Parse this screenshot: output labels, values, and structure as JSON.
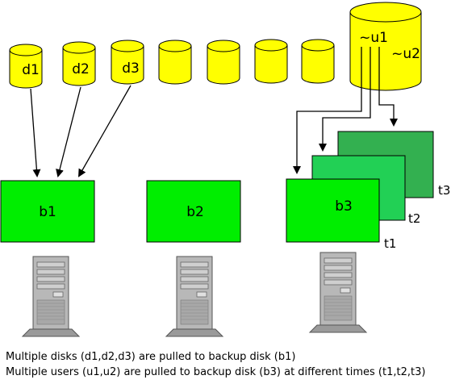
{
  "disks": {
    "source_labels": [
      "d1",
      "d2",
      "d3"
    ],
    "unlabeled_count": 4
  },
  "user_disk": {
    "labels": [
      "~u1",
      "~u2"
    ]
  },
  "backup_disks": {
    "labels": [
      "b1",
      "b2",
      "b3"
    ]
  },
  "time_stack": {
    "labels": [
      "t1",
      "t2",
      "t3"
    ]
  },
  "captions": {
    "line1": "Multiple disks (d1,d2,d3) are pulled to backup disk (b1)",
    "line2": "Multiple users (u1,u2) are pulled to backup disk (b3) at different times (t1,t2,t3)"
  },
  "colors": {
    "disk": "#ffff00",
    "backup_box": "#00ee00",
    "layer_t2": "#22d055",
    "layer_t3": "#33b050"
  }
}
